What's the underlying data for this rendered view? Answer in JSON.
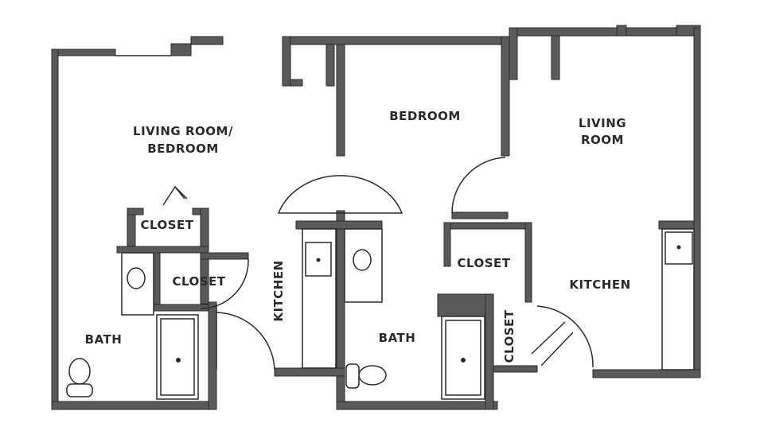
{
  "rooms": {
    "living_bedroom_line1": "LIVING ROOM/",
    "living_bedroom_line2": "BEDROOM",
    "closet_left_top": "CLOSET",
    "closet_left_mid": "CLOSET",
    "bath_left": "BATH",
    "kitchen_center": "KITCHEN",
    "bedroom": "BEDROOM",
    "bath_center": "BATH",
    "closet_center": "CLOSET",
    "closet_vertical": "CLOSET",
    "living_room_line1": "LIVING",
    "living_room_line2": "ROOM",
    "kitchen_right": "KITCHEN"
  },
  "colors": {
    "wall": "#5a5a5c",
    "line": "#2a2a2a"
  }
}
